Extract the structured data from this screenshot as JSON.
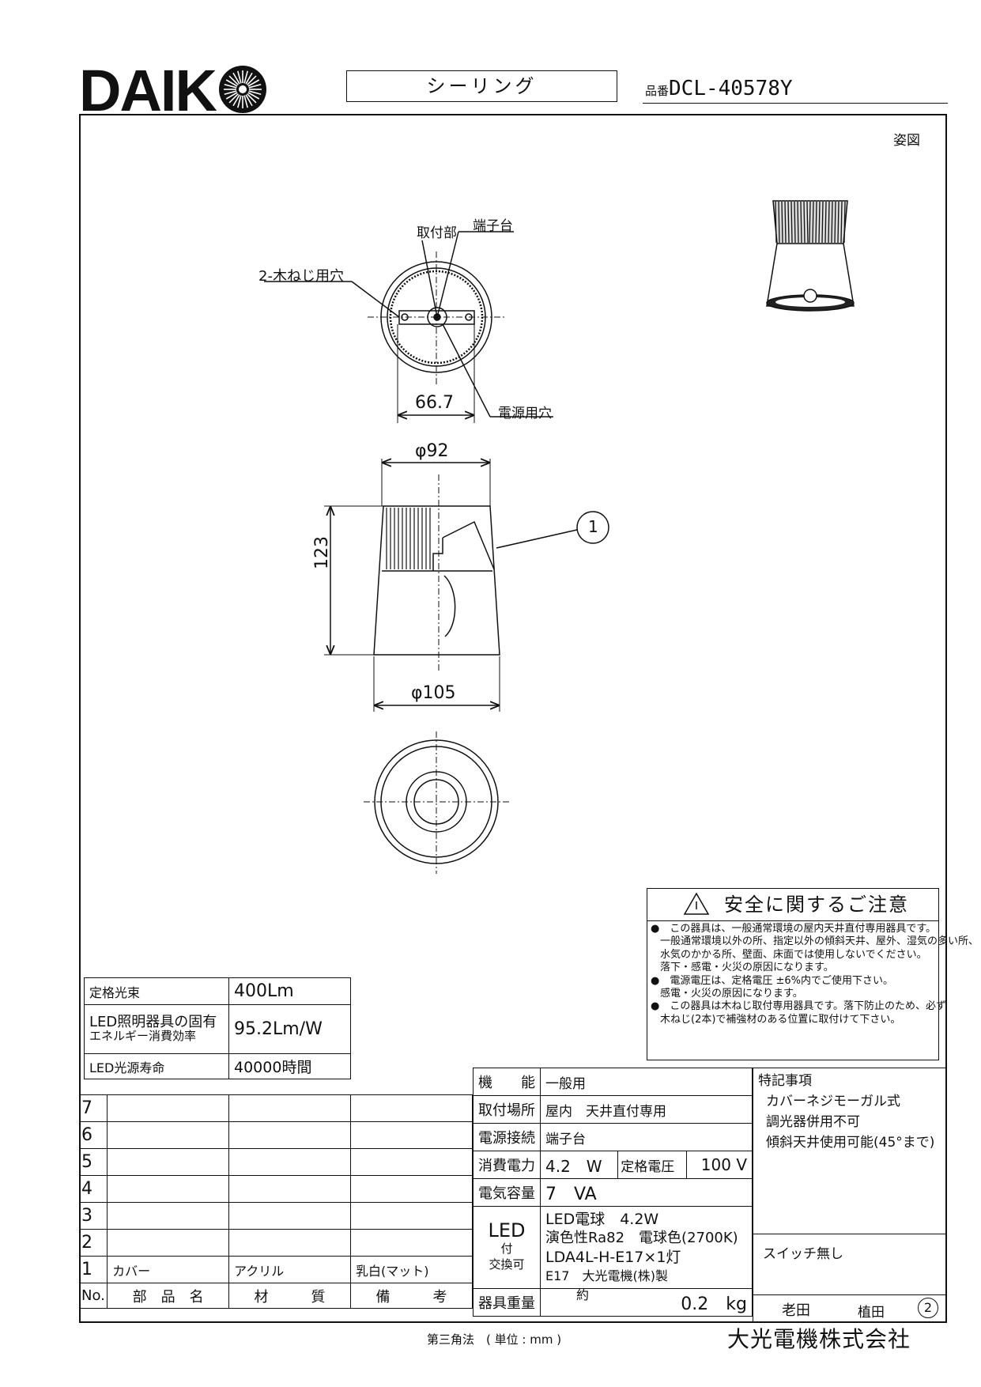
{
  "header": {
    "brand": "DAIKO",
    "brand_prefix": "DAIK",
    "category": "シーリング",
    "part_label": "品番",
    "part_number": "DCL-40578Y"
  },
  "drawing": {
    "view_label": "姿図",
    "mount_label": "取付部",
    "terminal_label": "端子台",
    "screw_label": "2-木ねじ用穴",
    "power_hole_label": "電源用穴",
    "dim_mount": "66.7",
    "dim_top": "φ92",
    "dim_height": "123",
    "dim_bottom": "φ105",
    "callout": "1"
  },
  "safety": {
    "title": "安全に関するご注意",
    "lines": [
      "●　この器具は、一般通常環境の屋内天井直付専用器具です。",
      "一般通常環境以外の所、指定以外の傾斜天井、屋外、湿気の多い所、",
      "水気のかかる所、壁面、床面では使用しないでください。",
      "落下・感電・火災の原因になります。",
      "●　電源電圧は、定格電圧 ±6%内でご使用下さい。",
      "感電・火災の原因になります。",
      "●　この器具は木ねじ取付専用器具です。落下防止のため、必ず",
      "木ねじ(2本)で補強材のある位置に取付けて下さい。"
    ]
  },
  "rated": {
    "flux_label": "定格光束",
    "flux_value": "400Lm",
    "eff_label_1": "LED照明器具の固有",
    "eff_label_2": "エネルギー消費効率",
    "eff_value": "95.2Lm/W",
    "life_label": "LED光源寿命",
    "life_value": "40000時間"
  },
  "parts": {
    "rows": [
      {
        "no": "7",
        "name": "",
        "material": "",
        "note": ""
      },
      {
        "no": "6",
        "name": "",
        "material": "",
        "note": ""
      },
      {
        "no": "5",
        "name": "",
        "material": "",
        "note": ""
      },
      {
        "no": "4",
        "name": "",
        "material": "",
        "note": ""
      },
      {
        "no": "3",
        "name": "",
        "material": "",
        "note": ""
      },
      {
        "no": "2",
        "name": "",
        "material": "",
        "note": ""
      },
      {
        "no": "1",
        "name": "カバー",
        "material": "アクリル",
        "note": "乳白(マット)"
      }
    ],
    "headers": {
      "no": "No.",
      "name": "部　品　名",
      "material": "材　　　質",
      "note": "備　　　考"
    }
  },
  "specs": {
    "function_label": "機　　能",
    "function_value": "一般用",
    "location_label": "取付場所",
    "location_value": "屋内　天井直付専用",
    "connection_label": "電源接続",
    "connection_value": "端子台",
    "power_label": "消費電力",
    "power_value": "4.2　W",
    "voltage_label": "定格電圧",
    "voltage_value": "100 V",
    "capacity_label": "電気容量",
    "capacity_value": "7　VA",
    "led_label_1": "LED",
    "led_label_2": "付",
    "led_label_3": "交換可",
    "led_line_1": "LED電球　4.2W",
    "led_line_2": "演色性Ra82　電球色(2700K)",
    "led_line_3": "LDA4L-H-E17×1灯",
    "led_line_4": "E17　大光電機(株)製",
    "weight_label": "器具重量",
    "weight_approx": "約",
    "weight_value": "0.2　kg"
  },
  "notes": {
    "title": "特記事項",
    "line_1": "カバーネジモーガル式",
    "line_2": "調光器併用不可",
    "line_3": "傾斜天井使用可能(45°まで)",
    "switch": "スイッチ無し",
    "sign_1": "老田",
    "sign_2": "植田",
    "revision": "2"
  },
  "footer": {
    "projection": "第三角法　( 単位 : mm )",
    "company": "大光電機株式会社"
  }
}
